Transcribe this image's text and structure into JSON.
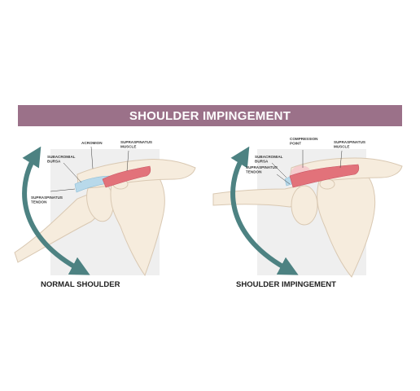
{
  "title": "SHOULDER IMPINGEMENT",
  "panels": [
    {
      "caption": "NORMAL SHOULDER",
      "labels": {
        "acromion": "ACROMION",
        "supraspinatus_muscle": [
          "SUPRASPINATUS",
          "MUSCLE"
        ],
        "subacromial_bursa": [
          "SUBACROMIAL",
          "BURSA"
        ],
        "supraspinatus_tendon": [
          "SUPRASPINATUS",
          "TENDON"
        ]
      }
    },
    {
      "caption": "SHOULDER IMPINGEMENT",
      "labels": {
        "compression_point": [
          "COMPRESSION",
          "POINT"
        ],
        "supraspinatus_muscle": [
          "SUPRASPINATUS",
          "MUSCLE"
        ],
        "subacromial_bursa": [
          "SUBACROMIAL",
          "BURSA"
        ],
        "supraspinatus_tendon": [
          "SUPRASPINATUS",
          "TENDON"
        ]
      }
    }
  ],
  "colors": {
    "banner": "#9b7189",
    "bone": "#f6ecdd",
    "bone_outline": "#d9c8b2",
    "muscle": "#e2727a",
    "bursa": "#b8d9ea",
    "arrow": "#4d8282",
    "panel_bg": "#efefef"
  }
}
